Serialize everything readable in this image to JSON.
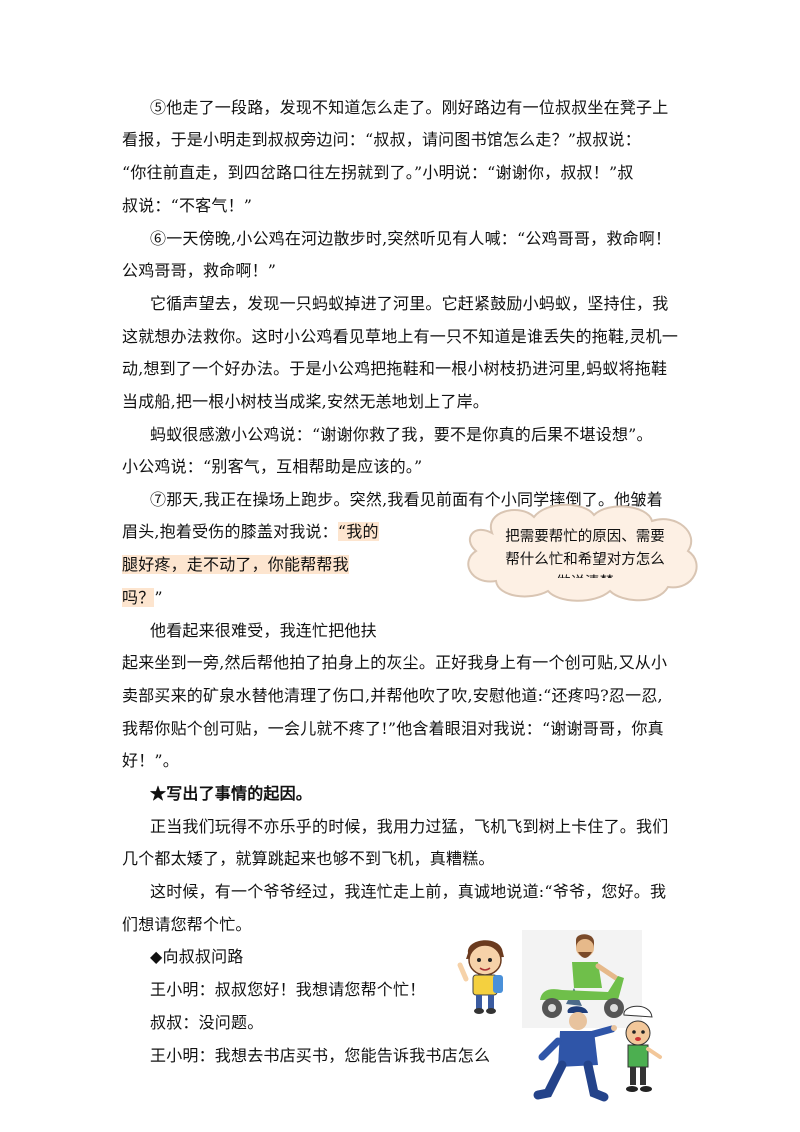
{
  "paragraphs": [
    "⑤他走了一段路，发现不知道怎么走了。刚好路边有一位叔叔坐在凳子上",
    "看报，于是小明走到叔叔旁边问：“叔叔，请问图书馆怎么走？”叔叔说：",
    "“你往前直走，到四岔路口往左拐就到了。”小明说：“谢谢你，叔叔！”叔",
    "叔说：“不客气！”",
    "⑥一天傍晚,小公鸡在河边散步时,突然听见有人喊：“公鸡哥哥，救命啊！",
    "公鸡哥哥，救命啊！”",
    "它循声望去，发现一只蚂蚁掉进了河里。它赶紧鼓励小蚂蚁，坚持住，我",
    "这就想办法救你。这时小公鸡看见草地上有一只不知道是谁丢失的拖鞋,灵机一",
    "动,想到了一个好办法。于是小公鸡把拖鞋和一根小树枝扔进河里,蚂蚁将拖鞋",
    "当成船,把一根小树枝当成桨,安然无恙地划上了岸。",
    "蚂蚁很感激小公鸡说：“谢谢你救了我，要不是你真的后果不堪设想”。",
    "小公鸡说：“别客气，互相帮助是应该的。”",
    "⑦那天,我正在操场上跑步。突然,我看见前面有个小同学摔倒了。他皱着",
    "眉头,抱着受伤的膝盖对我说：",
    "“我的",
    "腿好疼，走不动了，你能帮帮我",
    "吗？",
    "”",
    "他看起来很难受，我连忙把他扶",
    "起来坐到一旁,然后帮他拍了拍身上的灰尘。正好我身上有一个创可贴,又从小",
    "卖部买来的矿泉水替他清理了伤口,并帮他吹了吹,安慰他道:“还疼吗?忍一忍,",
    "我帮你贴个创可贴，一会儿就不疼了!”他含着眼泪对我说：“谢谢哥哥，你真",
    "好！”。",
    "★写出了事情的起因。",
    "正当我们玩得不亦乐乎的时候，我用力过猛，飞机飞到树上卡住了。我们",
    "几个都太矮了，就算跳起来也够不到飞机，真糟糕。",
    "这时候，有一个爷爷经过，我连忙走上前，真诚地说道:“爷爷，您好。我",
    "们想请您帮个忙。",
    "◆向叔叔问路",
    "王小明：叔叔您好！我想请您帮个忙！",
    "叔叔：没问题。",
    "王小明：我想去书店买书，您能告诉我书店怎么"
  ],
  "bubble_text": "把需要帮忙的原因、需要帮什么忙和希望对方怎么做说清楚",
  "colors": {
    "highlight": "#fde5cf",
    "bubble_fill": "#fdf0e4",
    "bubble_stroke": "#d9c5b3",
    "scooter_green": "#6fbf4a",
    "police_blue": "#2f55a8"
  }
}
